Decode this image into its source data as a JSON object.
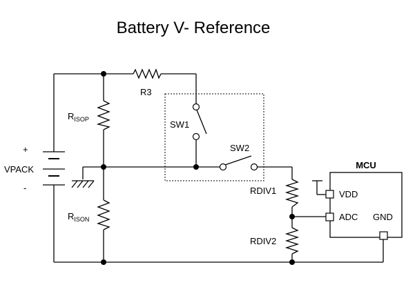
{
  "title": "Battery V- Reference",
  "labels": {
    "r3": "R3",
    "risop_main": "R",
    "risop_sub": "ISOP",
    "rison_main": "R",
    "rison_sub": "ISON",
    "sw1": "SW1",
    "sw2": "SW2",
    "plus": "+",
    "minus": "-",
    "vpack": "VPACK",
    "rdiv1": "RDIV1",
    "rdiv2": "RDIV2",
    "mcu": "MCU",
    "vdd": "VDD",
    "adc": "ADC",
    "gnd": "GND"
  }
}
